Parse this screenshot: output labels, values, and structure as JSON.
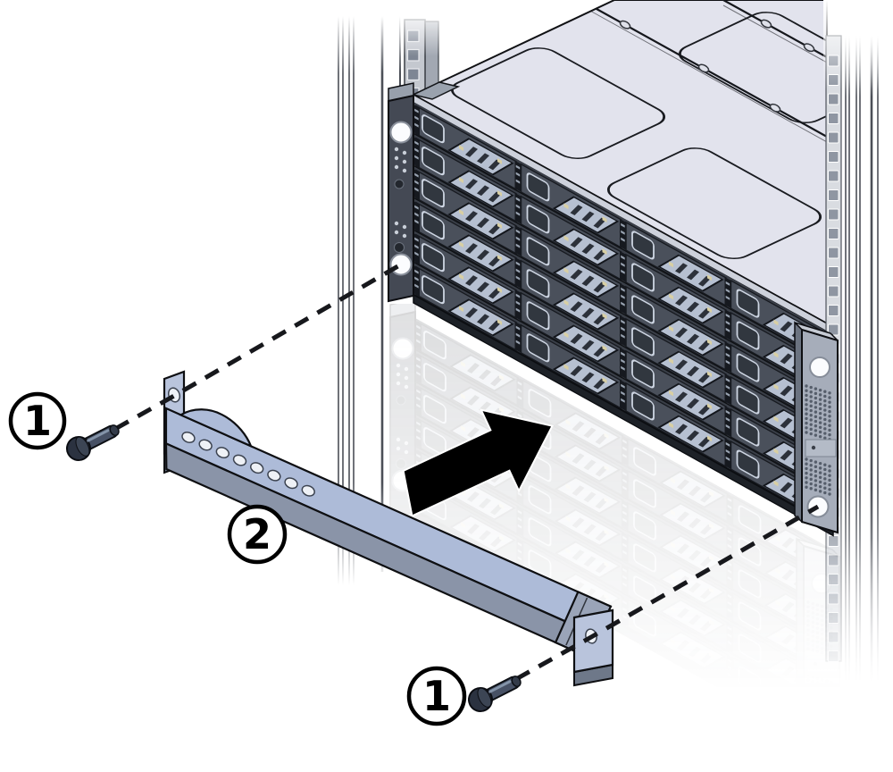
{
  "diagram": {
    "title": "Disk shelf front trim installation",
    "kind": "hardware installation illustration",
    "description": "Rack-mounted 24-drive disk shelf with front trim strip and mounting screws"
  },
  "callouts": {
    "screw_top": "1",
    "trim": "2",
    "screw_bottom": "1"
  },
  "config": {
    "drive_rows": 6,
    "drive_cols": 4,
    "trim_hole_count": 8,
    "left_post_hole_count": 4,
    "right_post_hole_count": 32
  },
  "colors": {
    "background": "#ffffff",
    "chassis_top": "#e2e3ed",
    "chassis_bevel": "#cdd1db",
    "drive_row_bg": "#3a3f48",
    "drive_frame": "#4a505b",
    "drive_latch": "#31373f",
    "drive_latch_stroke": "#cdd5e2",
    "drive_handle": "#b6c0d1",
    "drive_slot": "#2c313a",
    "drive_led": "#d8cfa4",
    "vent": "#16191f",
    "vent_tick": "#98a2b0",
    "ear_left": "#444954",
    "ear_right": "#a6adba",
    "hole_fill": "#fbfcfe",
    "post_face": "#c4c8cf",
    "post_hole": "#7e8694",
    "trim_top": "#adbbd8",
    "trim_front": "#8a94a8",
    "trim_end": "#9aa4b8",
    "trim_flange": "#b9c4dc",
    "trim_hole": "#eef1f6",
    "screw_body": "#475165",
    "screw_head": "#2b3240",
    "arrow": "#000000",
    "outline": "#0e0f12",
    "dash": "#17181c"
  }
}
